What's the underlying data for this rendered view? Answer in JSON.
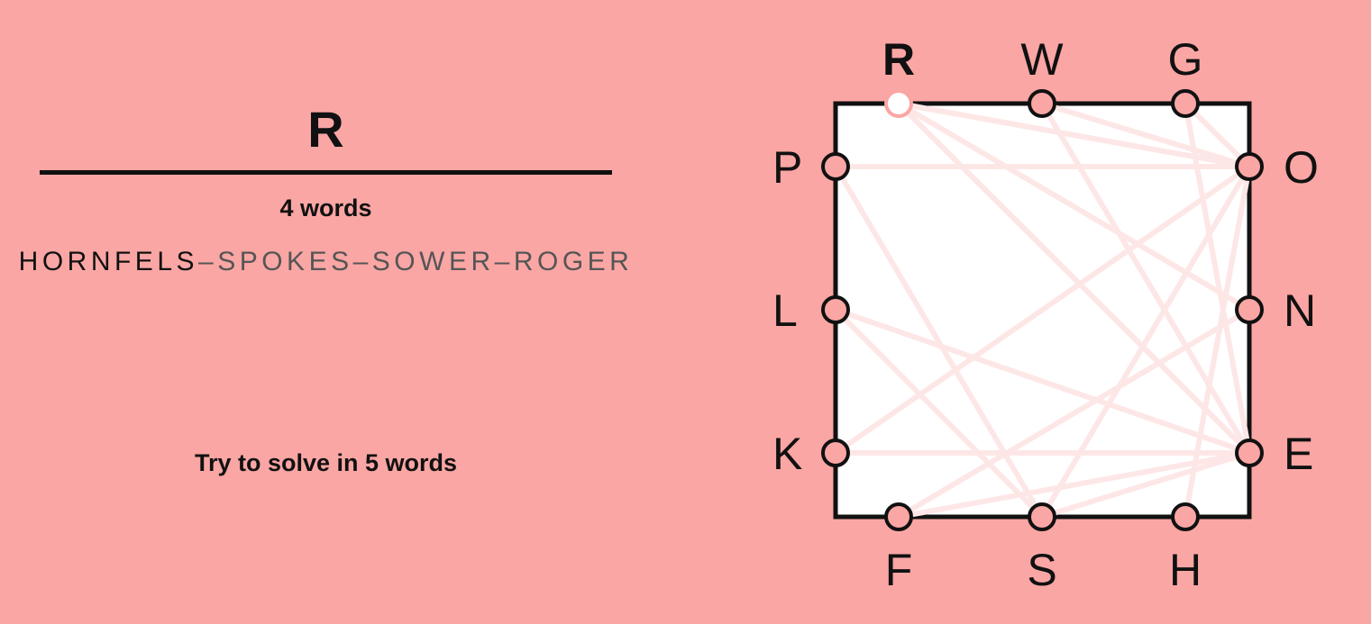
{
  "game": {
    "current_word": "R",
    "word_count_label": "4 words",
    "solution_words": [
      "HORNFELS",
      "SPOKES",
      "SOWER",
      "ROGER"
    ],
    "separator": "–",
    "hint": "Try to solve in 5 words"
  },
  "board": {
    "active_letter": "R",
    "sides": {
      "top": [
        "R",
        "W",
        "G"
      ],
      "right": [
        "O",
        "N",
        "E"
      ],
      "bottom": [
        "F",
        "S",
        "H"
      ],
      "left": [
        "P",
        "L",
        "K"
      ]
    },
    "used_paths": [
      [
        "H",
        "O"
      ],
      [
        "O",
        "R"
      ],
      [
        "R",
        "N"
      ],
      [
        "N",
        "F"
      ],
      [
        "F",
        "E"
      ],
      [
        "E",
        "L"
      ],
      [
        "L",
        "S"
      ],
      [
        "S",
        "P"
      ],
      [
        "P",
        "O"
      ],
      [
        "O",
        "K"
      ],
      [
        "K",
        "E"
      ],
      [
        "E",
        "S"
      ],
      [
        "S",
        "O"
      ],
      [
        "O",
        "W"
      ],
      [
        "W",
        "E"
      ],
      [
        "E",
        "R"
      ],
      [
        "R",
        "O"
      ],
      [
        "O",
        "G"
      ],
      [
        "G",
        "E"
      ],
      [
        "E",
        "R"
      ]
    ]
  },
  "colors": {
    "background": "#faa6a4",
    "board_fill": "#ffffff",
    "used_line": "#fde7e6",
    "node_fill": "#faa6a4",
    "active_node_fill": "#ffffff",
    "active_node_stroke": "#faa6a4"
  }
}
